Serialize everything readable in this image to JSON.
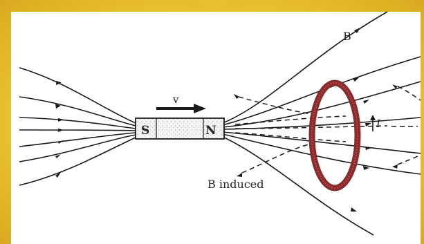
{
  "labels": {
    "south": "S",
    "north": "N",
    "velocity": "v",
    "field": "B",
    "current": "I",
    "induced": "B induced"
  },
  "colors": {
    "frame": "#eec935",
    "loop": "#8b2a2a",
    "line": "#1a1a1a"
  }
}
